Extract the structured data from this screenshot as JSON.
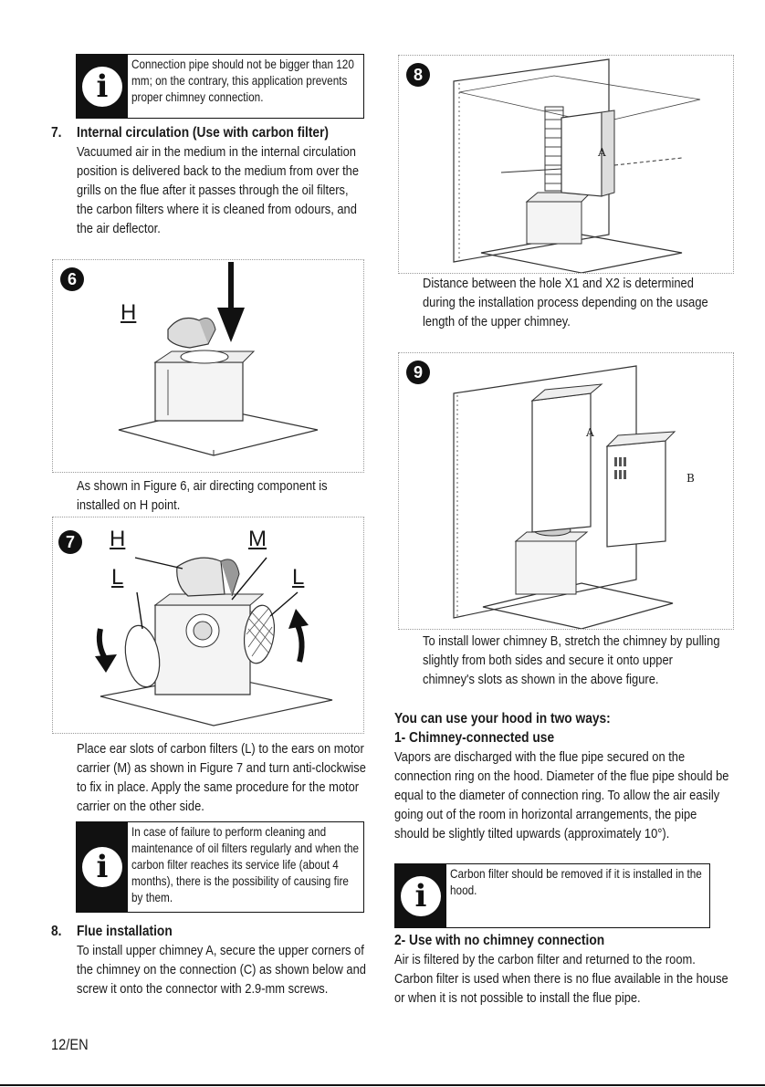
{
  "info1": {
    "text": "Connection pipe should not be bigger than 120 mm; on the contrary, this application prevents proper chimney connection."
  },
  "s7": {
    "num": "7.",
    "title": "Internal circulation (Use with carbon filter)",
    "body": "Vacuumed air in the medium in the internal circulation position is delivered back to the medium from over the grills on the flue after it passes through the oil filters, the carbon filters where it is cleaned from odours, and the air deflector."
  },
  "fig6": {
    "num": "6",
    "label_h": "H"
  },
  "fig6_caption": "As shown in Figure 6, air directing component is installed on H point.",
  "fig7": {
    "num": "7",
    "label_h": "H",
    "label_m": "M",
    "label_l1": "L",
    "label_l2": "L"
  },
  "fig7_caption": "Place ear slots of carbon filters (L) to the ears on motor carrier (M) as shown in Figure 7 and turn anti-clockwise to fix in place. Apply the same procedure for the motor carrier on the other side.",
  "info2": {
    "text": "In case of failure to perform cleaning and maintenance of oil filters regularly and when the carbon filter reaches its service life (about 4 months), there is the possibility of causing fire by them."
  },
  "s8": {
    "num": "8.",
    "title": "Flue installation",
    "body": "To install upper chimney A, secure the upper corners of the chimney on the connection (C) as shown below and screw it onto the connector with 2.9-mm screws."
  },
  "fig8": {
    "num": "8",
    "label_a": "A"
  },
  "fig8_caption": "Distance between the hole X1 and X2 is determined during the installation process depending on the usage length of the upper chimney.",
  "fig9": {
    "num": "9",
    "label_a": "A",
    "label_b": "B"
  },
  "fig9_caption": "To install lower chimney B, stretch the chimney by pulling slightly from both sides and secure it onto upper chimney's slots as shown in the above figure.",
  "ways": {
    "title": "You can use your hood in two ways:",
    "sub1": "1- Chimney-connected use",
    "body1": "Vapors are discharged with the flue pipe secured on the connection ring on the hood. Diameter of the flue pipe should be equal to the diameter of connection ring. To allow the air easily going out of the room in horizontal arrangements, the pipe should be slightly tilted upwards (approximately 10°).",
    "info3": "Carbon filter should be removed if it is installed in the hood.",
    "sub2": "2- Use with no chimney connection",
    "body2": "Air is filtered by the carbon filter and returned to the room. Carbon filter is used when there is no flue available in the house or when it is not possible to install the flue pipe."
  },
  "footer": "12/EN"
}
